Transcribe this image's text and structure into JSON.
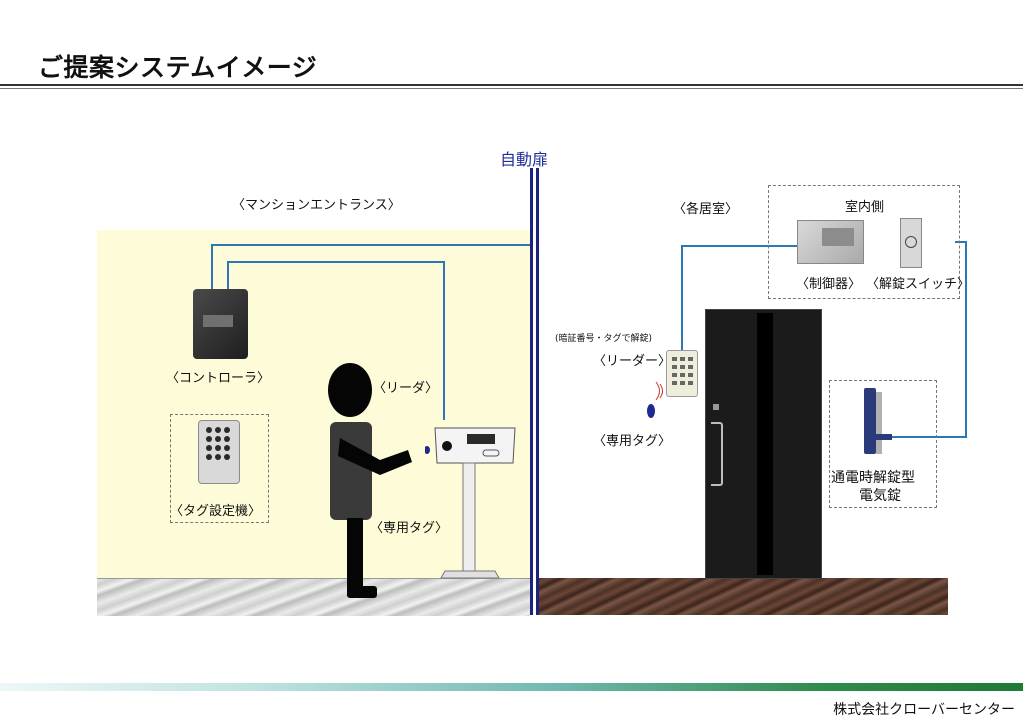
{
  "title": "ご提案システムイメージ",
  "footer": "株式会社クローバーセンター",
  "diagram": {
    "auto_door": "自動扉",
    "entrance": "〈マンションエントランス〉",
    "room": "〈各居室〉",
    "indoor": "室内側",
    "controller": "〈コントローラ〉",
    "reader_entrance": "〈リーダ〉",
    "tag_setter": "〈タグ設定機〉",
    "tag_entrance": "〈専用タグ〉",
    "pin_tag_unlock": "(暗証番号・タグで解錠)",
    "reader_room": "〈リーダー〉",
    "tag_room": "〈専用タグ〉",
    "control_unit": "〈制御器〉",
    "unlock_switch": "〈解錠スイッチ〉",
    "lock_line1": "通電時解錠型",
    "lock_line2": "電気錠"
  },
  "colors": {
    "entrance_bg": "#fdfbd8",
    "wire": "#2a78b6",
    "door_line": "#1a237e"
  }
}
